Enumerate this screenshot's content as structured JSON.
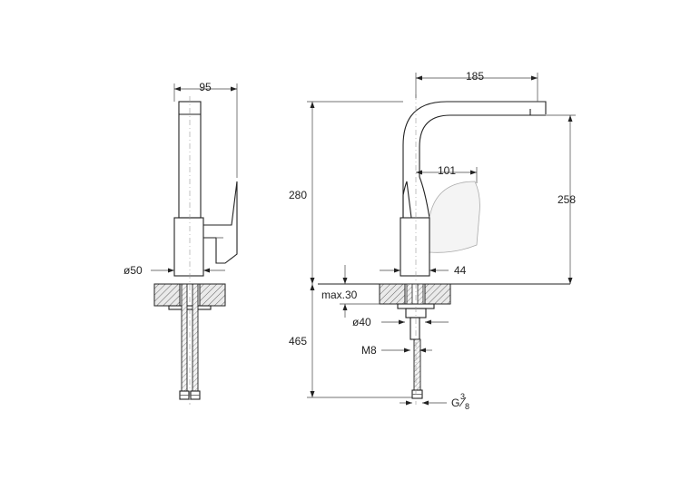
{
  "dimensions": {
    "side_width": "95",
    "side_base_diameter": "ø50",
    "spout_reach": "185",
    "total_height": "280",
    "spout_height": "258",
    "lever_reach": "101",
    "body_width": "44",
    "max_counter_thickness": "max.30",
    "hole_diameter": "ø40",
    "install_depth": "465",
    "stud_thread": "M8",
    "connection_thread_prefix": "G",
    "connection_thread_num": "3",
    "connection_thread_den": "8"
  }
}
